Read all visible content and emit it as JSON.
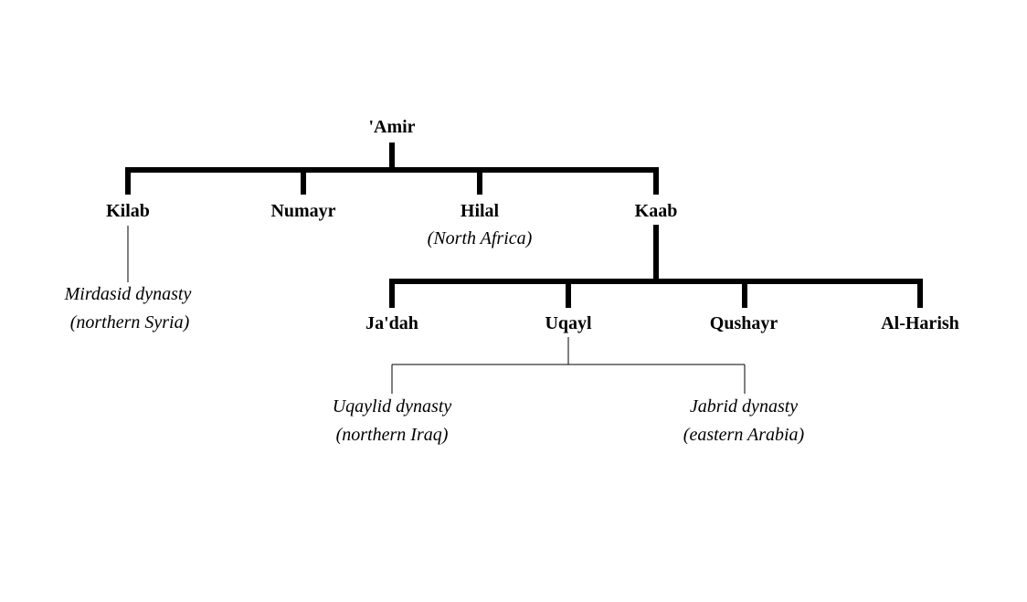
{
  "nodes": {
    "amir": "'Amir",
    "kilab": "Kilab",
    "numayr": "Numayr",
    "hilal": "Hilal",
    "hilal_note": "(North Africa)",
    "kaab": "Kaab",
    "mirdasid_line1": "Mirdasid dynasty",
    "mirdasid_line2": "(northern Syria)",
    "jadah": "Ja'dah",
    "uqayl": "Uqayl",
    "qushayr": "Qushayr",
    "alharish": "Al-Harish",
    "uqaylid_line1": "Uqaylid dynasty",
    "uqaylid_line2": "(northern Iraq)",
    "jabrid_line1": "Jabrid dynasty",
    "jabrid_line2": "(eastern Arabia)"
  },
  "colors": {
    "line": "#000000",
    "text": "#000000",
    "background": "#ffffff"
  }
}
